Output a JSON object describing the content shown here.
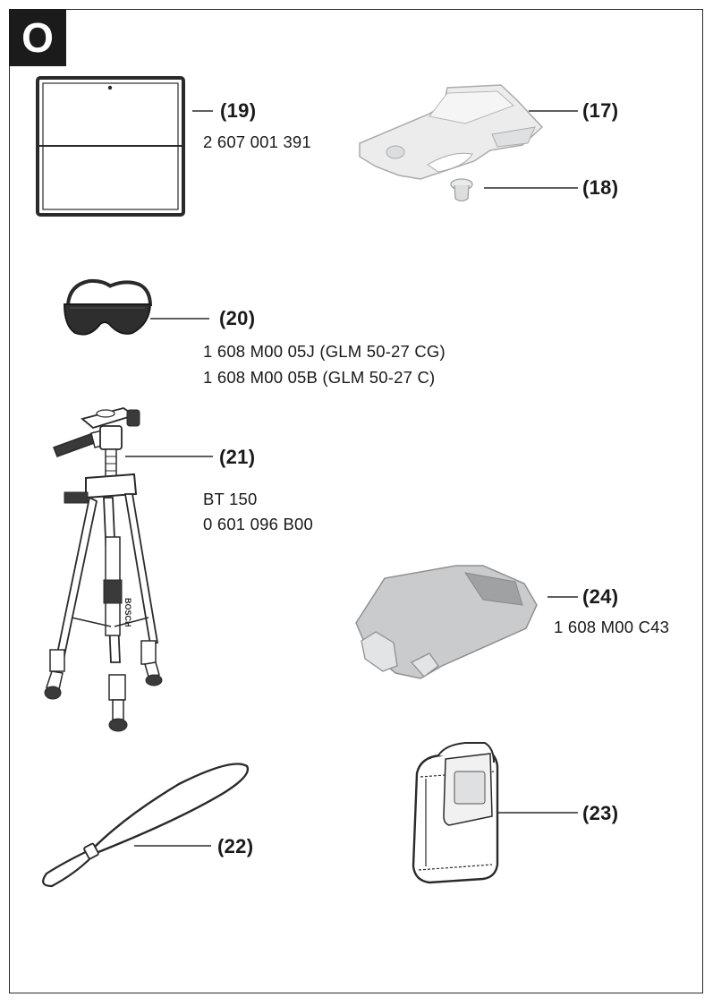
{
  "section": {
    "letter": "O"
  },
  "items": {
    "target_plate": {
      "number": "(19)",
      "part_number": "2 607 001 391"
    },
    "holder": {
      "number": "(17)"
    },
    "screw": {
      "number": "(18)"
    },
    "glasses": {
      "number": "(20)",
      "part_numbers": [
        "1 608 M00 05J (GLM 50-27 CG)",
        "1 608 M00 05B (GLM 50-27 C)"
      ]
    },
    "tripod": {
      "number": "(21)",
      "model": "BT 150",
      "part_number": "0 601 096 B00",
      "brand_print": "BOSCH"
    },
    "battery_cover": {
      "number": "(24)",
      "part_number": "1 608 M00 C43"
    },
    "strap": {
      "number": "(22)"
    },
    "pouch": {
      "number": "(23)"
    }
  },
  "colors": {
    "outline": "#2a2a2a",
    "plastic": "#e8e9ea",
    "battery": "#c7c9cb",
    "lens": "#2e2e2e"
  }
}
